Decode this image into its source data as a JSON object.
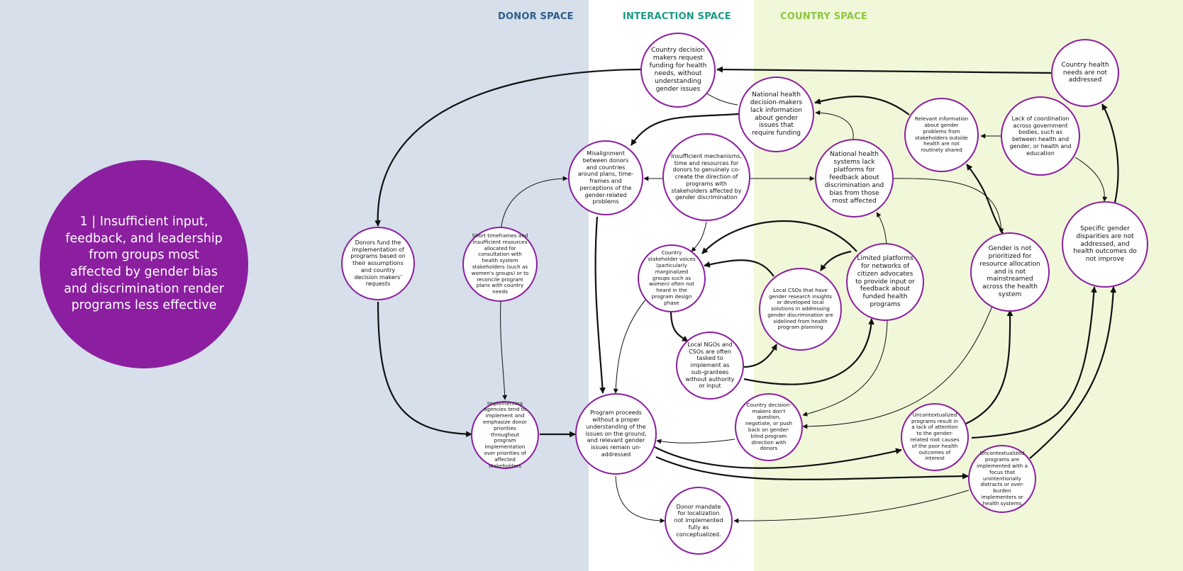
{
  "spaces": {
    "donor": "DONOR SPACE",
    "interaction": "INTERACTION SPACE",
    "country": "COUNTRY SPACE"
  },
  "title": "1 | Insufficient  input, feedback, and leadership from groups most affected by gender bias and discrimination render programs less effective",
  "nodes": {
    "n1": "Country decision makers request funding for health needs, without understanding gender issues",
    "n2": "Country health needs are not addressed",
    "n3": "National health decision-makers lack information about gender issues that require funding",
    "n4": "Relevant information about gender problems from stakeholders outside health are not routinely shared",
    "n5": "Lack of coordination across government bodies, such as between health and gender, or health and education",
    "n6": "Misalignment between donors and countries around plans, time-frames and perceptions of the gender-related problems",
    "n7": "Insufficient mechanisms, time and resources for donors to genuinely co-create the direction of programs with stakeholders affected by gender discrimination",
    "n8": "National health systems lack platforms for feedback about discrimination and bias from those most affected",
    "n9": "Donors fund the implementation of programs based on their assumptions and country decision makers' requests",
    "n10": "Short timeframes and insufficient resources allocated for consultation with health system stakeholders (such as women's groups) or to reconcile program plans with country needs",
    "n11": "Country stakeholder voices (particularly marginalized groups such as women) often not heard in the program design phase",
    "n12": "Local CSOs that have gender research insights or developed local solutions in addressing gender discrimination are sidelined from health program planning",
    "n13": "Limited platforms for networks of citizen advocates to provide input or feedback about funded health programs",
    "n14": "Gender is not prioritized for resource allocation and is not mainstreamed across the health system",
    "n15": "Specific gender disparities are not addressed, and health outcomes do not improve",
    "n16": "Local NGOs and CSOs are often tasked to implement as sub-grantees without authority or input",
    "n17": "Implementing agencies tend to implement and emphasize donor priorities throughout program implementation over priorities of affected stakeholders",
    "n18": "Program proceeds without a proper understanding of the issues on the ground, and relevant gender issues remain un-addressed",
    "n19": "Country decision-makers don't question, negotiate, or push back on gender-blind program direction with donors",
    "n20": "Uncontextualized programs result in a lack of attention to the gender-related root causes of the poor health outcomes of interest",
    "n21": "Uncontextualized programs are implemented with a focus that unintentionally distracts or over-burden implementers or health systems",
    "n22": "Donor mandate for localization not implemented fully as conceptualized."
  },
  "colors": {
    "donor_bg": "#d6dfea",
    "interaction_bg": "#ffffff",
    "country_bg": "#f1f7d9",
    "accent_purple": "#8b1fa0",
    "donor_label": "#2f5d8c",
    "interaction_label": "#1a9a86",
    "country_label": "#8cc63f"
  }
}
